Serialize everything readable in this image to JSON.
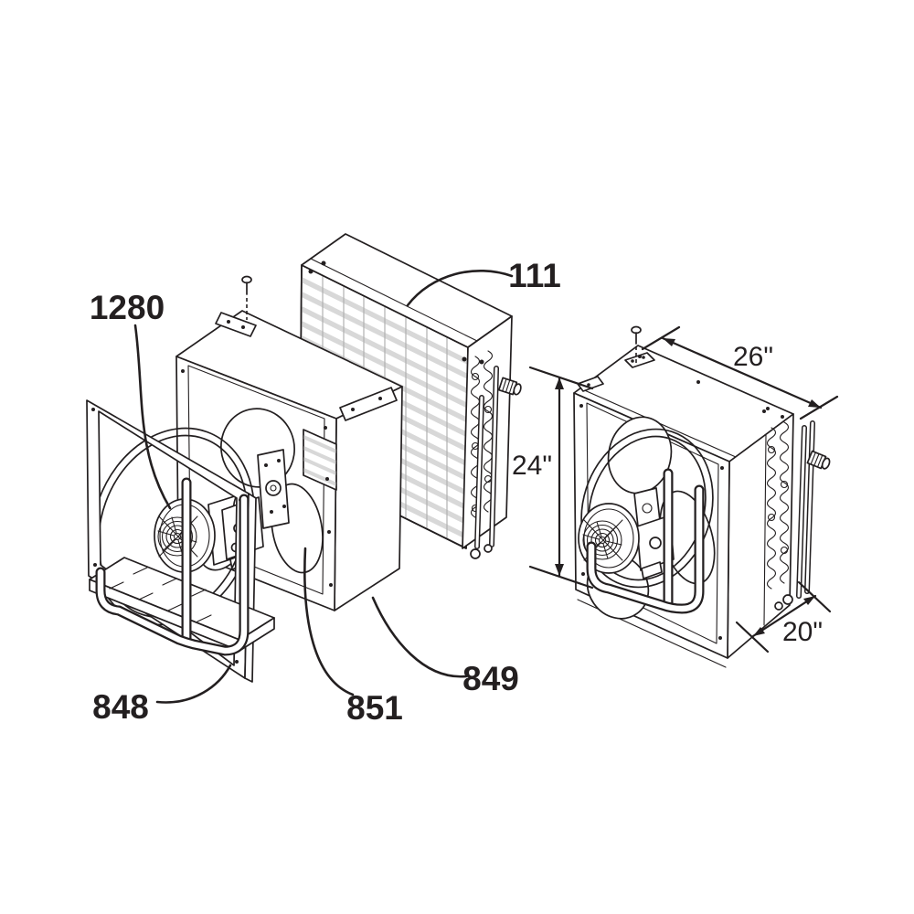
{
  "diagram": {
    "background": "#ffffff",
    "line_color": "#231f20",
    "fin_color": "#d8d8d8",
    "parts": {
      "p1280": "1280",
      "p111": "111",
      "p848": "848",
      "p851": "851",
      "p849": "849"
    },
    "dims": {
      "width": "26\"",
      "height": "24\"",
      "depth": "20\""
    }
  }
}
